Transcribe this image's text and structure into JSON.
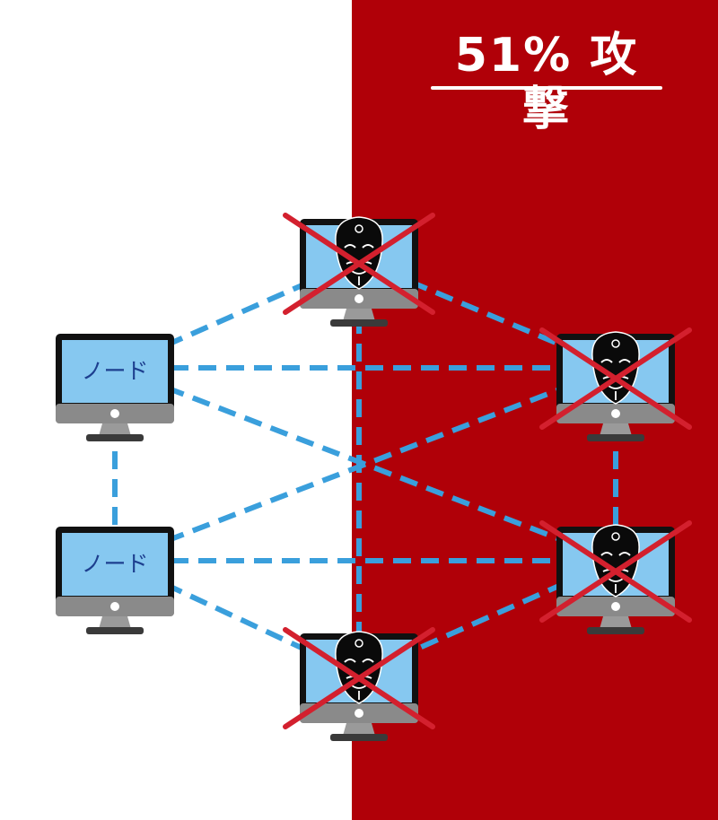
{
  "title": "51% 攻撃",
  "colors": {
    "attacker_side": "#b00008",
    "link": "#3a9fdc",
    "screen": "#86c8f0",
    "cross": "#d3202e",
    "monitor_frame": "#111111",
    "monitor_chin": "#8a8a8a"
  },
  "nodes": [
    {
      "id": "node-left-top",
      "label": "ノード",
      "attacker": false
    },
    {
      "id": "node-left-bottom",
      "label": "ノード",
      "attacker": false
    },
    {
      "id": "attacker-top",
      "label": "",
      "attacker": true,
      "icon": "hacker-mask-icon"
    },
    {
      "id": "attacker-right-top",
      "label": "",
      "attacker": true,
      "icon": "hacker-mask-icon"
    },
    {
      "id": "attacker-right-bottom",
      "label": "",
      "attacker": true,
      "icon": "hacker-mask-icon"
    },
    {
      "id": "attacker-bottom",
      "label": "",
      "attacker": true,
      "icon": "hacker-mask-icon"
    }
  ],
  "links": [
    [
      "node-left-top",
      "attacker-top"
    ],
    [
      "node-left-top",
      "attacker-right-top"
    ],
    [
      "node-left-top",
      "attacker-right-bottom"
    ],
    [
      "node-left-top",
      "node-left-bottom"
    ],
    [
      "node-left-bottom",
      "attacker-right-top"
    ],
    [
      "node-left-bottom",
      "attacker-right-bottom"
    ],
    [
      "node-left-bottom",
      "attacker-bottom"
    ],
    [
      "attacker-top",
      "attacker-right-top"
    ],
    [
      "attacker-top",
      "attacker-bottom"
    ],
    [
      "attacker-right-top",
      "attacker-right-bottom"
    ],
    [
      "attacker-right-bottom",
      "attacker-bottom"
    ]
  ]
}
